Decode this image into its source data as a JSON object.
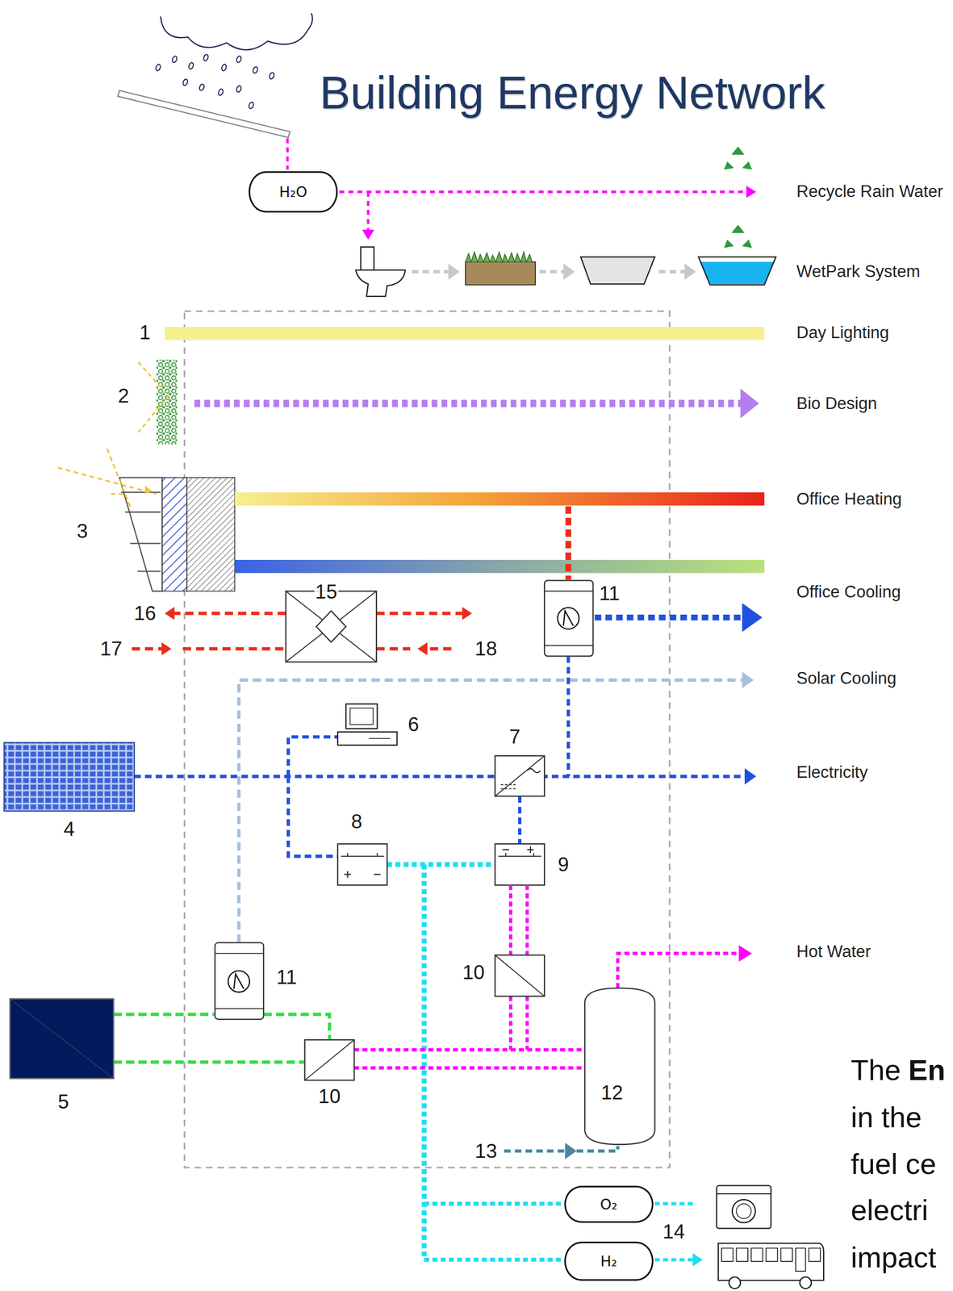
{
  "diagram": {
    "title": "Building Energy Network",
    "nodes": [
      {
        "text": [
          "H₂O"
        ]
      },
      {
        "text": [
          "O₂"
        ]
      },
      {
        "text": [
          "H₂"
        ]
      }
    ],
    "labels": [
      "1",
      "2",
      "3",
      "15",
      "16",
      "11",
      "17",
      "18",
      "6",
      "7",
      "4",
      "8",
      "9",
      "11",
      "10",
      "10",
      "12",
      "5",
      "13",
      "14",
      "Recycle Rain Water",
      "WetPark System",
      "Day Lighting",
      "Bio Design",
      "Office Heating",
      "Office Cooling",
      "Solar Cooling",
      "Electricity",
      "Hot Water",
      "The",
      "En",
      "in the",
      "fuel ce",
      "electri",
      "impact"
    ]
  }
}
